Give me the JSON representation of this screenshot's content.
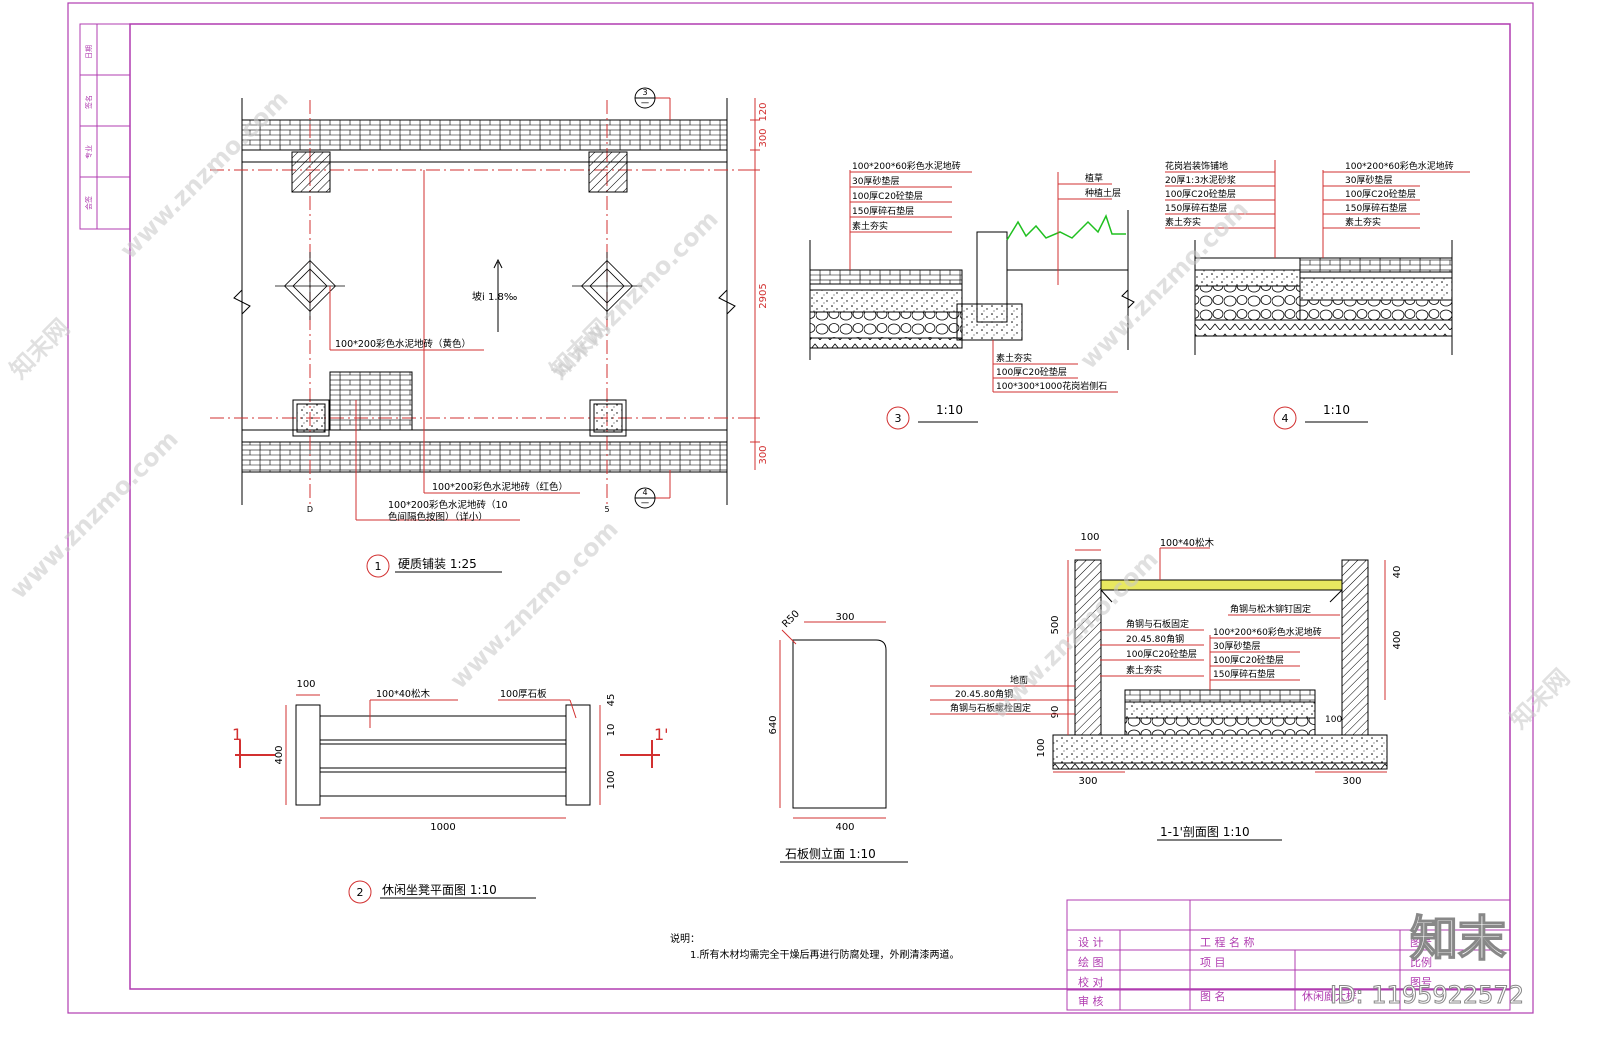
{
  "plan": {
    "dim_top_120": "120",
    "dim_top_300": "300",
    "dim_mid_2905": "2905",
    "dim_bot_300": "300",
    "slope_note": "坡i 1.8‰",
    "note_paving_yellow": "100*200彩色水泥地砖（黄色）",
    "note_paving_red": "100*200彩色水泥地砖（红色）",
    "note_paving_special_1": "100*200彩色水泥地砖（10",
    "note_paving_special_2": "色间隔色按图）（详小）",
    "callout_3_num": "3",
    "callout_3_sub": "一",
    "callout_4_num": "4",
    "callout_4_sub": "一",
    "axis_left": "D",
    "axis_right": "5",
    "title_num": "1",
    "title_text": "硬质铺装  1:25"
  },
  "section3": {
    "layers_left": [
      "100*200*60彩色水泥地砖",
      "30厚砂垫层",
      "100厚C20砼垫层",
      "150厚碎石垫层",
      "素土夯实"
    ],
    "layers_right": [
      "植草",
      "种植土层"
    ],
    "layers_bottom": [
      "素土夯实",
      "100厚C20砼垫层",
      "100*300*1000花岗岩侧石"
    ],
    "title_num": "3",
    "title_text": "1:10"
  },
  "section4": {
    "layers_left": [
      "花岗岩装饰铺地",
      "20厚1:3水泥砂浆",
      "100厚C20砼垫层",
      "150厚碎石垫层",
      "素土夯实"
    ],
    "layers_right": [
      "100*200*60彩色水泥地砖",
      "30厚砂垫层",
      "100厚C20砼垫层",
      "150厚碎石垫层",
      "素土夯实"
    ],
    "title_num": "4",
    "title_text": "1:10"
  },
  "bench_plan": {
    "dim_100": "100",
    "dim_400": "400",
    "dim_1000": "1000",
    "dim_45": "45",
    "dim_10": "10",
    "dim_100b": "100",
    "note_wood": "100*40松木",
    "note_stone": "100厚石板",
    "cut_left": "1",
    "cut_right": "1'",
    "title_num": "2",
    "title_text": "休闲坐凳平面图  1:10"
  },
  "stone_side": {
    "dim_r50": "R50",
    "dim_300": "300",
    "dim_640": "640",
    "dim_400": "400",
    "title_text": "石板侧立面  1:10"
  },
  "bench_section": {
    "dim_top_100": "100",
    "note_top_wood": "100*40松木",
    "dim_500": "500",
    "dim_40": "40",
    "dim_400": "400",
    "dim_90": "90",
    "dim_100_left": "100",
    "dim_300_left": "300",
    "dim_300_right": "300",
    "dim_100_inner": "100",
    "note_anchor": "角钢与松木铆钉固定",
    "layers_left": [
      "角钢与石板固定",
      "20.45.80角钢",
      "100厚C20砼垫层",
      "素土夯实"
    ],
    "layers_right": [
      "100*200*60彩色水泥地砖",
      "30厚砂垫层",
      "100厚C20砼垫层",
      "150厚碎石垫层"
    ],
    "note_ground": "地面",
    "note_angle": "20.45.80角钢",
    "note_weld": "角钢与石板螺栓固定",
    "title_text": "1-1'剖面图  1:10"
  },
  "notes": {
    "label": "说明：",
    "body": "1.所有木材均需完全干燥后再进行防腐处理，外刷清漆两道。"
  },
  "title_block": {
    "rows": [
      "设 计",
      "绘 图",
      "校 对",
      "审 核"
    ],
    "field_project_name": "工 程 名 称",
    "field_project": "项  目",
    "field_drawing_name": "图    名",
    "drawing_name_value": "休闲廊大样",
    "field_drawing_no_1": "图号",
    "field_scale": "比例",
    "field_date": "图号"
  },
  "side_strip": {
    "cells": [
      "日期",
      "签名",
      "专业",
      "会签"
    ]
  },
  "watermark": {
    "brand": "知末",
    "site": "www.znzmo.com",
    "site_cn": "知末网",
    "id_text": "ID: 1195922572"
  },
  "colors": {
    "frame": "#b03cb0",
    "red": "#d23030",
    "line": "#000000",
    "grass": "#20c020",
    "wood": "#e8e860"
  }
}
